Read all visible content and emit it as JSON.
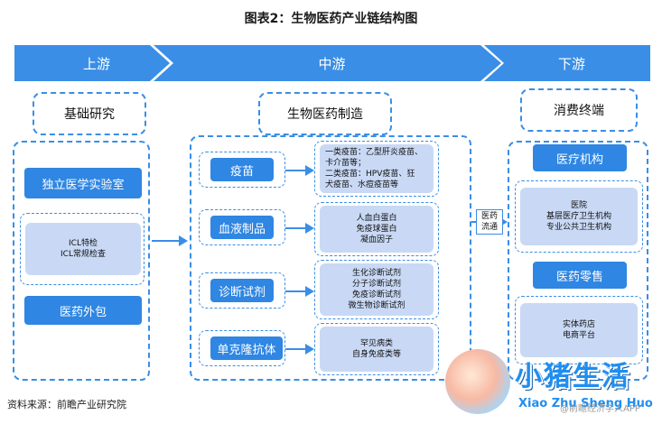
{
  "title": "图表2：生物医药产业链结构图",
  "stages": {
    "upstream": "上游",
    "midstream": "中游",
    "downstream": "下游"
  },
  "upstream": {
    "header": "基础研究",
    "lab": "独立医学实验室",
    "lab_items": [
      "ICL特检",
      "ICL常规检查"
    ],
    "outsourcing": "医药外包"
  },
  "midstream": {
    "header": "生物医药制造",
    "categories": [
      {
        "label": "疫苗",
        "details": [
          "一类疫苗：乙型肝炎疫苗、",
          "卡介苗等；",
          "二类疫苗：HPV疫苗、狂",
          "犬疫苗、水痘疫苗等"
        ]
      },
      {
        "label": "血液制品",
        "details": [
          "人血白蛋白",
          "免疫球蛋白",
          "凝血因子"
        ]
      },
      {
        "label": "诊断试剂",
        "details": [
          "生化诊断试剂",
          "分子诊断试剂",
          "免疫诊断试剂",
          "微生物诊断试剂"
        ]
      },
      {
        "label": "单克隆抗体",
        "details": [
          "罕见病类",
          "自身免疫类等"
        ]
      }
    ]
  },
  "flow": [
    "医药",
    "流通"
  ],
  "downstream": {
    "header": "消费终端",
    "medical": "医疗机构",
    "medical_items": [
      "医院",
      "基层医疗卫生机构",
      "专业公共卫生机构"
    ],
    "retail": "医药零售",
    "retail_items": [
      "实体药店",
      "电商平台"
    ]
  },
  "source": "资料来源：前瞻产业研究院",
  "logo": {
    "title": "小猪生活",
    "subtitle": "Xiao Zhu Sheng Huo",
    "watermark": "@前瞻经济学人APP"
  }
}
